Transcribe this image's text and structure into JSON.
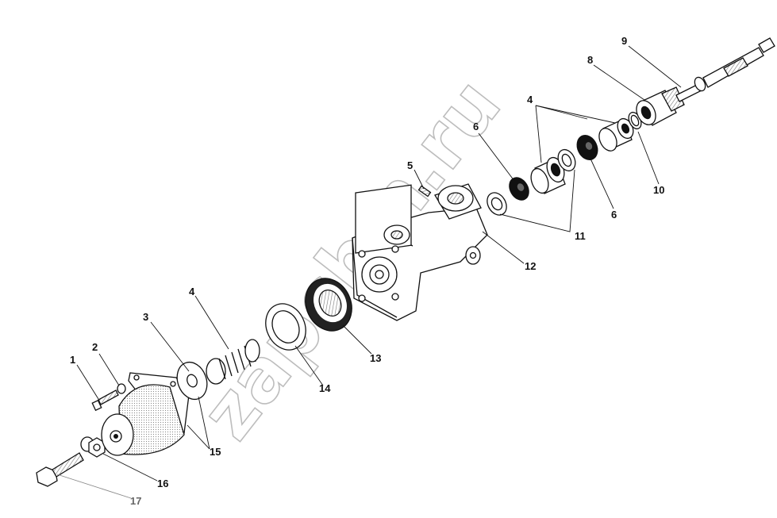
{
  "watermark": "zapchm.ru",
  "callouts": [
    {
      "id": "1",
      "text": "1"
    },
    {
      "id": "2",
      "text": "2"
    },
    {
      "id": "3",
      "text": "3"
    },
    {
      "id": "4a",
      "text": "4"
    },
    {
      "id": "4b",
      "text": "4"
    },
    {
      "id": "5",
      "text": "5"
    },
    {
      "id": "6a",
      "text": "6"
    },
    {
      "id": "6b",
      "text": "6"
    },
    {
      "id": "8",
      "text": "8"
    },
    {
      "id": "9",
      "text": "9"
    },
    {
      "id": "10",
      "text": "10"
    },
    {
      "id": "11",
      "text": "11"
    },
    {
      "id": "12",
      "text": "12"
    },
    {
      "id": "13",
      "text": "13"
    },
    {
      "id": "14",
      "text": "14"
    },
    {
      "id": "15",
      "text": "15"
    },
    {
      "id": "16",
      "text": "16"
    },
    {
      "id": "17",
      "text": "17"
    }
  ]
}
